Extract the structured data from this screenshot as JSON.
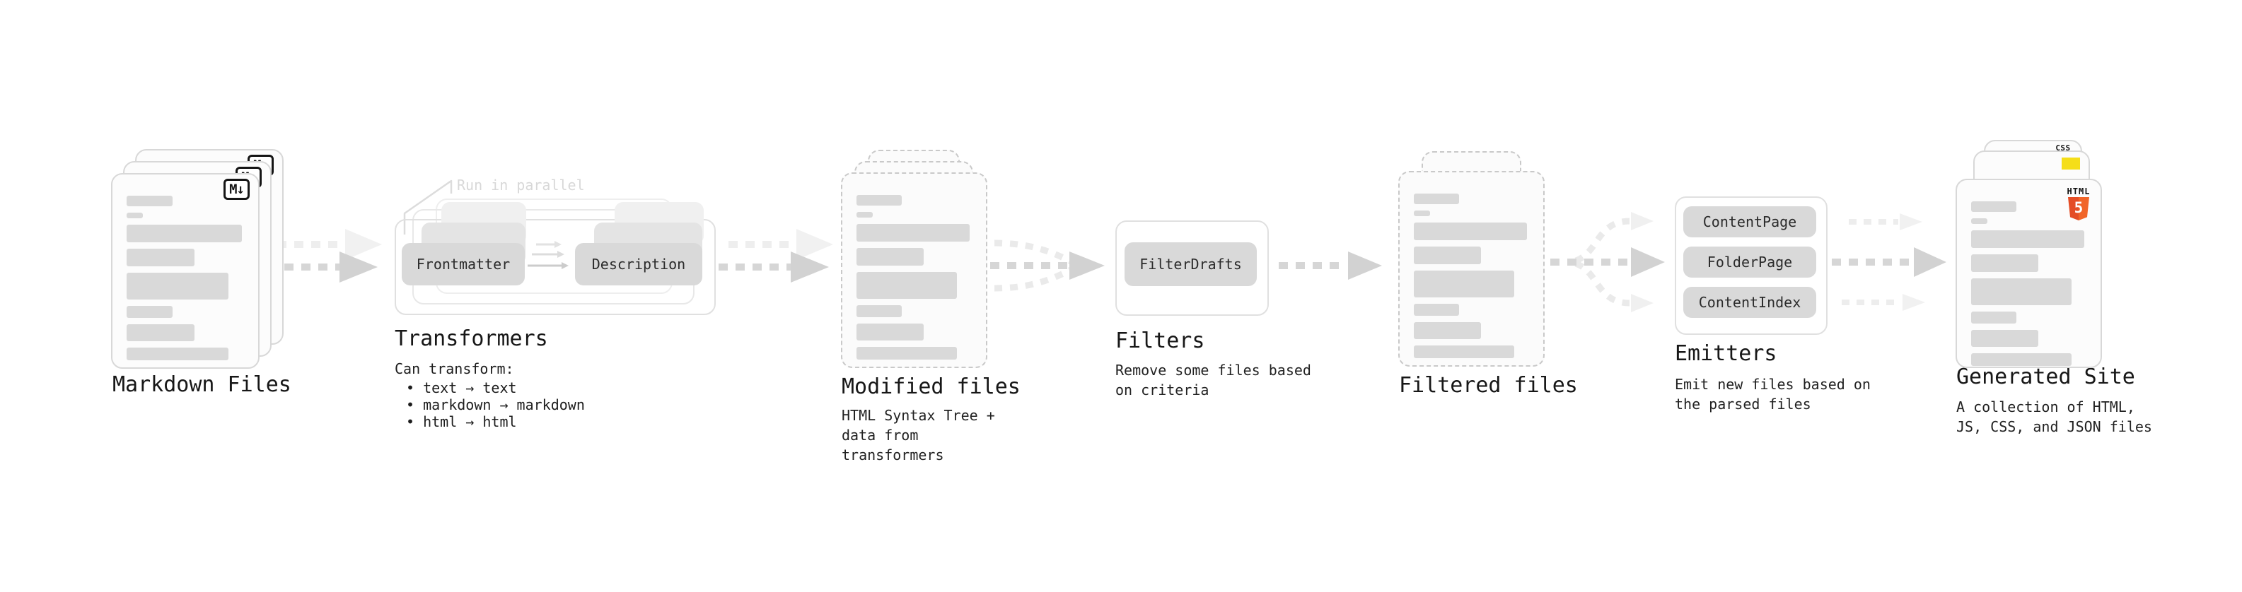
{
  "stages": {
    "markdown_files": {
      "title": "Markdown Files",
      "badge": "M↓"
    },
    "transformers": {
      "title": "Transformers",
      "annotation": "Run in parallel",
      "pill_left": "Frontmatter",
      "pill_right": "Description",
      "note_heading": "Can transform:",
      "bullets": [
        "• text → text",
        "• markdown → markdown",
        "• html → html"
      ]
    },
    "modified_files": {
      "title": "Modified files",
      "subtitle": "HTML Syntax Tree +\ndata from transformers"
    },
    "filters": {
      "title": "Filters",
      "pill": "FilterDrafts",
      "subtitle": "Remove some files based\non criteria"
    },
    "filtered_files": {
      "title": "Filtered files"
    },
    "emitters": {
      "title": "Emitters",
      "pills": [
        "ContentPage",
        "FolderPage",
        "ContentIndex"
      ],
      "subtitle": "Emit new files based on\nthe parsed files"
    },
    "generated_site": {
      "title": "Generated Site",
      "subtitle": "A collection of HTML,\nJS, CSS, and JSON files",
      "css_badge": "CSS",
      "html_logo_word": "HTML",
      "html_logo_number": "5"
    }
  },
  "colors": {
    "html5_orange": "#e44d26",
    "html5_orange_light": "#f16529",
    "js_yellow": "#f5de19",
    "css_blue": "#2d62ea"
  }
}
